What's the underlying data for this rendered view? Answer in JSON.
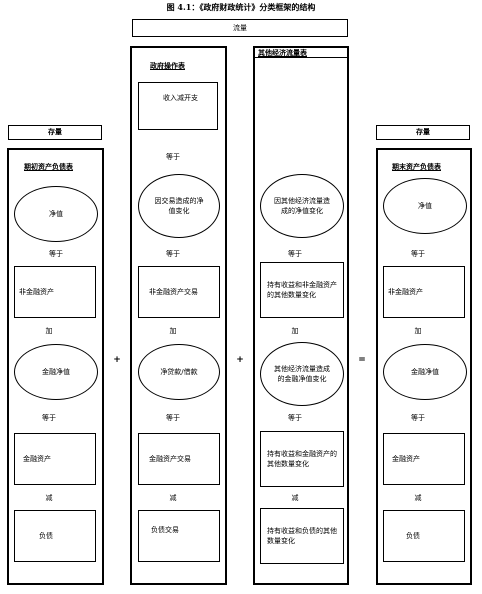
{
  "title": "图 4.1：《政府财政统计》分类框架的结构",
  "top_box": "流量",
  "stock_left_label": "存量",
  "stock_right_label": "存量",
  "columns": {
    "opening": {
      "header": "期初资产负债表",
      "items": [
        "净值",
        "非金融资产",
        "金融净值",
        "金融资产",
        "负债"
      ],
      "connectors": [
        "等于",
        "加",
        "等于",
        "减"
      ]
    },
    "transactions": {
      "header": "政府操作表",
      "items": [
        "收入减开支",
        "因交易造成的净值变化",
        "非金融资产交易",
        "净贷款/借款",
        "金融资产交易",
        "负债交易"
      ],
      "connectors": [
        "等于",
        "等于",
        "加",
        "等于",
        "减"
      ]
    },
    "other_flows": {
      "header": "其他经济流量表",
      "items": [
        "因其他经济流量造成的净值变化",
        "持有收益和非金融资产的其他数量变化",
        "其他经济流量造成的金融净值变化",
        "持有收益和金融资产的其他数量变化",
        "持有收益和负债的其他数量变化"
      ],
      "connectors": [
        "等于",
        "加",
        "等于",
        "减"
      ]
    },
    "closing": {
      "header": "期末资产负债表",
      "items": [
        "净值",
        "非金融资产",
        "金融净值",
        "金融资产",
        "负债"
      ],
      "connectors": [
        "等于",
        "加",
        "等于",
        "减"
      ]
    }
  },
  "operators": [
    "+",
    "+",
    "="
  ]
}
